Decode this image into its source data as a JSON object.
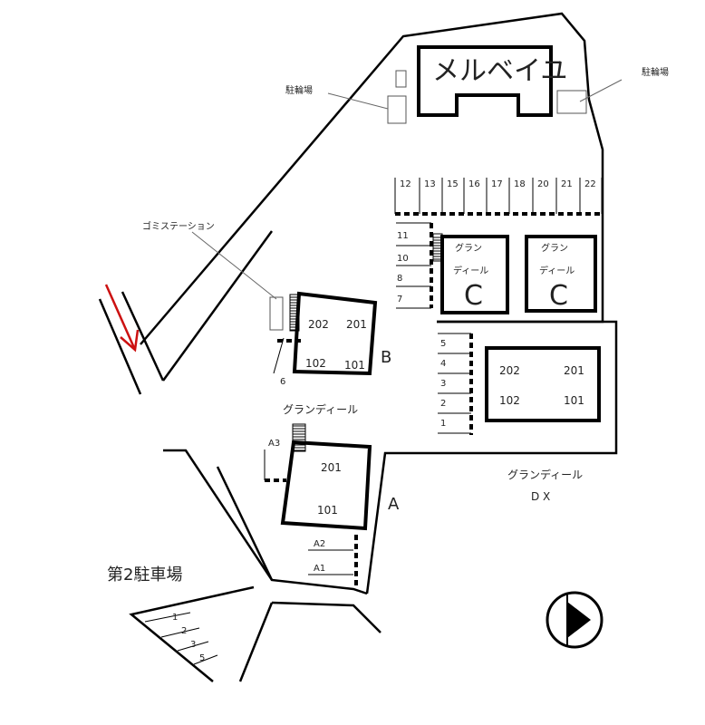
{
  "labels": {
    "meruveiyu": "メルベイユ",
    "bike_parking_left": "駐輪場",
    "bike_parking_right": "駐輪場",
    "garbage_station": "ゴミステーション",
    "grandeal_b": "グランディール",
    "grandeal_dx_line1": "グランディール",
    "grandeal_dx_line2": "D X",
    "second_parking": "第2駐車場",
    "building_a_letter": "A",
    "building_b_letter": "B",
    "building_c_letter": "C",
    "c_name_line1": "グラン",
    "c_name_line2": "ディール"
  },
  "top_parking": [
    "12",
    "13",
    "15",
    "16",
    "17",
    "18",
    "20",
    "21",
    "22"
  ],
  "left_parking": [
    "11",
    "10",
    "8",
    "7"
  ],
  "dx_parking": [
    "5",
    "4",
    "3",
    "2",
    "1"
  ],
  "a_parking": [
    "A3",
    "A2",
    "A1"
  ],
  "b_parking": [
    "6"
  ],
  "second_lot": [
    "1",
    "2",
    "3",
    "5"
  ],
  "rooms": {
    "b": [
      "202",
      "201",
      "102",
      "101"
    ],
    "a": [
      "201",
      "101"
    ],
    "dx": [
      "202",
      "201",
      "102",
      "101"
    ]
  },
  "colors": {
    "arrow": "#cc1111",
    "ink": "#000000"
  }
}
